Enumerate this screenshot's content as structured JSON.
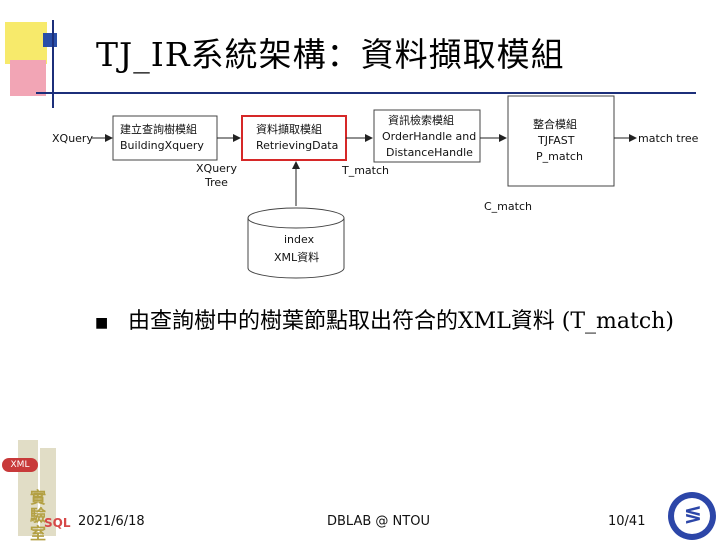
{
  "slide": {
    "title": "TJ_IR系統架構：資料擷取模組",
    "bullet": "由查詢樹中的樹葉節點取出符合的XML資料 (T_match)"
  },
  "diagram": {
    "input_label": "XQuery",
    "output_label": "match tree",
    "xquery_tree_line1": "XQuery",
    "xquery_tree_line2": "Tree",
    "t_match_label": "T_match",
    "c_match_label": "C_match",
    "box_building_line1": "建立查詢樹模組",
    "box_building_line2": "BuildingXquery",
    "box_retrieving_line1": "資料擷取模組",
    "box_retrieving_line2": "RetrievingData",
    "box_search_line1": "資訊檢索模組",
    "box_search_line2": "OrderHandle and",
    "box_search_line3": "DistanceHandle",
    "box_integration_line1": "整合模組",
    "box_integration_line2": "TJFAST",
    "box_integration_line3": "P_match",
    "db_line1": "index",
    "db_line2": "XML資料"
  },
  "footer": {
    "date": "2021/6/18",
    "center": "DBLAB @ NTOU",
    "page": "10/41"
  },
  "logo_left": {
    "badge": "XML",
    "sql": "SQL",
    "glyph1": "實",
    "glyph2": "驗",
    "glyph3": "室"
  },
  "colors": {
    "highlight_border": "#d62828",
    "accent_blue": "#1c2f7a",
    "yellow": "#f7ea6b",
    "pink": "#f2a5b5"
  },
  "icons": {
    "bullet": "square-bullet-icon",
    "logo_right": "university-logo-icon"
  }
}
